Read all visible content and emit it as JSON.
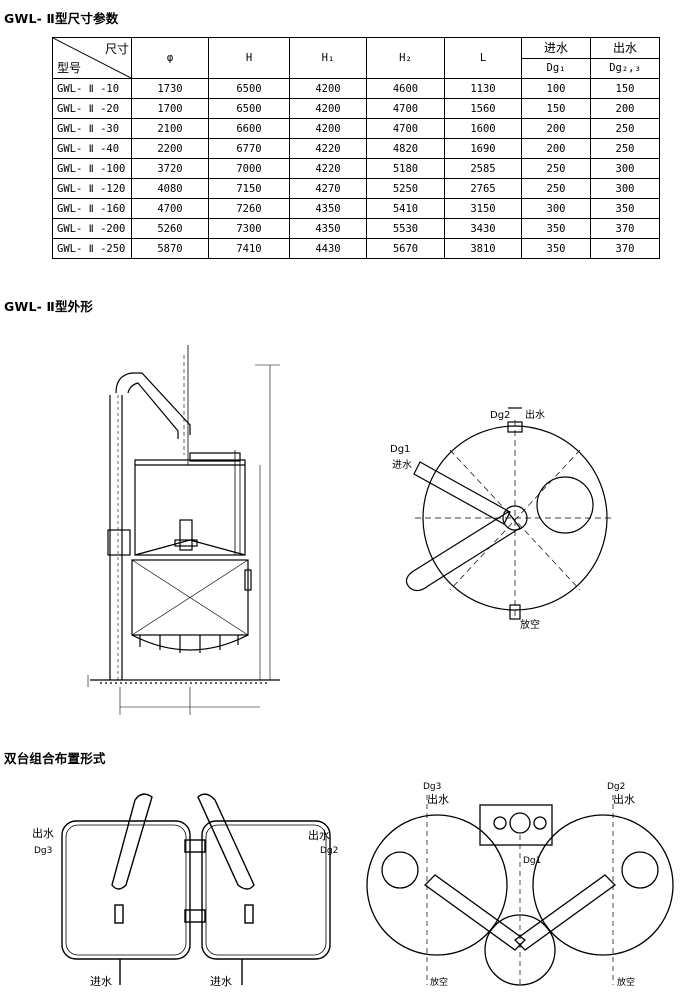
{
  "title_dims": "GWL- Ⅱ型尺寸参数",
  "title_shape": "GWL- Ⅱ型外形",
  "title_dual": "双台组合布置形式",
  "table": {
    "corner_top": "尺寸",
    "corner_bottom": "型号",
    "headers": [
      "φ",
      "H",
      "H₁",
      "H₂",
      "L"
    ],
    "inlet_header": "进水",
    "outlet_header": "出水",
    "inlet_sub": "Dg₁",
    "outlet_sub": "Dg₂‚₃",
    "rows": [
      {
        "model": "GWL- Ⅱ -10",
        "phi": "1730",
        "H": "6500",
        "H1": "4200",
        "H2": "4600",
        "L": "1130",
        "in": "100",
        "out": "150"
      },
      {
        "model": "GWL- Ⅱ -20",
        "phi": "1700",
        "H": "6500",
        "H1": "4200",
        "H2": "4700",
        "L": "1560",
        "in": "150",
        "out": "200"
      },
      {
        "model": "GWL- Ⅱ -30",
        "phi": "2100",
        "H": "6600",
        "H1": "4200",
        "H2": "4700",
        "L": "1600",
        "in": "200",
        "out": "250"
      },
      {
        "model": "GWL- Ⅱ -40",
        "phi": "2200",
        "H": "6770",
        "H1": "4220",
        "H2": "4820",
        "L": "1690",
        "in": "200",
        "out": "250"
      },
      {
        "model": "GWL- Ⅱ -100",
        "phi": "3720",
        "H": "7000",
        "H1": "4220",
        "H2": "5180",
        "L": "2585",
        "in": "250",
        "out": "300"
      },
      {
        "model": "GWL- Ⅱ -120",
        "phi": "4080",
        "H": "7150",
        "H1": "4270",
        "H2": "5250",
        "L": "2765",
        "in": "250",
        "out": "300"
      },
      {
        "model": "GWL- Ⅱ -160",
        "phi": "4700",
        "H": "7260",
        "H1": "4350",
        "H2": "5410",
        "L": "3150",
        "in": "300",
        "out": "350"
      },
      {
        "model": "GWL- Ⅱ -200",
        "phi": "5260",
        "H": "7300",
        "H1": "4350",
        "H2": "5530",
        "L": "3430",
        "in": "350",
        "out": "370"
      },
      {
        "model": "GWL- Ⅱ -250",
        "phi": "5870",
        "H": "7410",
        "H1": "4430",
        "H2": "5670",
        "L": "3810",
        "in": "350",
        "out": "370"
      }
    ]
  },
  "labels": {
    "dg2": "Dg2",
    "outlet": "出水",
    "dg1": "Dg1",
    "inlet": "进水",
    "drain": "放空",
    "dg3": "Dg3",
    "dg1b": "Dg1"
  }
}
